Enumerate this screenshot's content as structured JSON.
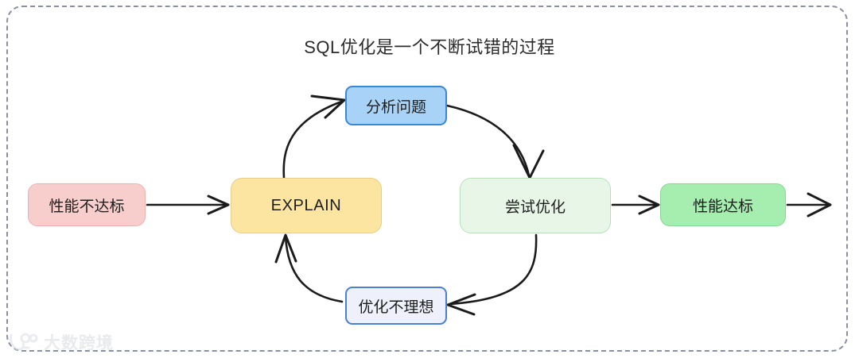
{
  "diagram": {
    "title": "SQL优化是一个不断试错的过程",
    "type": "flowchart",
    "style": "hand-drawn sketch",
    "frame": {
      "border_style": "dashed",
      "border_color": "#8a90a2"
    },
    "nodes": [
      {
        "id": "fail",
        "label": "性能不达标",
        "fill": "#f8cecc",
        "stroke": "#e8b4b2",
        "shape": "rounded-rect"
      },
      {
        "id": "explain",
        "label": "EXPLAIN",
        "fill": "#fce5a0",
        "stroke": "#e7cd88",
        "shape": "rounded-rect"
      },
      {
        "id": "analyze",
        "label": "分析问题",
        "fill": "#a8d3f6",
        "stroke": "#3a87d4",
        "shape": "rounded-rect"
      },
      {
        "id": "optimize",
        "label": "尝试优化",
        "fill": "#e8f6e8",
        "stroke": "#b7e0b7",
        "shape": "rounded-rect"
      },
      {
        "id": "pass",
        "label": "性能达标",
        "fill": "#a6eeb0",
        "stroke": "#8bd498",
        "shape": "rounded-rect"
      },
      {
        "id": "retry",
        "label": "优化不理想",
        "fill": "#eef0fb",
        "stroke": "#4a7fd4",
        "shape": "rounded-rect"
      }
    ],
    "edges": [
      {
        "from": "fail",
        "to": "explain",
        "label": "",
        "kind": "straight"
      },
      {
        "from": "explain",
        "to": "analyze",
        "label": "",
        "kind": "curve"
      },
      {
        "from": "analyze",
        "to": "optimize",
        "label": "",
        "kind": "curve"
      },
      {
        "from": "optimize",
        "to": "pass",
        "label": "",
        "kind": "straight"
      },
      {
        "from": "pass",
        "to": "",
        "label": "",
        "kind": "straight-exit"
      },
      {
        "from": "optimize",
        "to": "retry",
        "label": "",
        "kind": "curve"
      },
      {
        "from": "retry",
        "to": "explain",
        "label": "",
        "kind": "curve"
      }
    ]
  },
  "watermark": {
    "text": "大数跨境",
    "icon": "logo-icon"
  }
}
